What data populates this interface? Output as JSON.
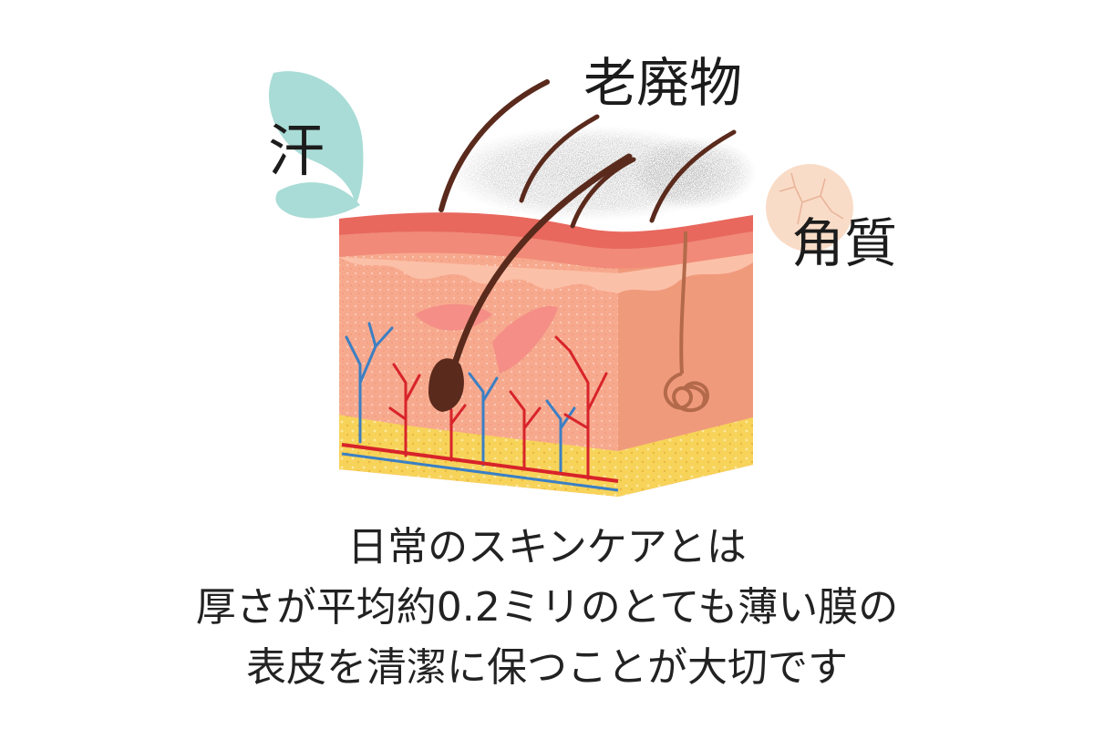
{
  "labels": {
    "sweat": "汗",
    "waste": "老廃物",
    "keratin": "角質"
  },
  "caption": {
    "line1": "日常のスキンケアとは",
    "line2": "厚さが平均約0.2ミリのとても薄い膜の",
    "line3": "表皮を清潔に保つことが大切です"
  },
  "colors": {
    "sweat_drop": "#a9dcd6",
    "dust": "#5e5e5e",
    "keratin_circle": "#f9dcc7",
    "epidermis_top": "#e8685e",
    "dermis": "#f6b397",
    "dermis_side": "#f09a7c",
    "fat_layer": "#f7d35a",
    "hair": "#5a2a1c",
    "artery": "#d8232a",
    "vein": "#3b7fc4"
  },
  "icons": [
    "sweat-drop-icon",
    "keratin-icon",
    "skin-cross-section-illustration"
  ]
}
